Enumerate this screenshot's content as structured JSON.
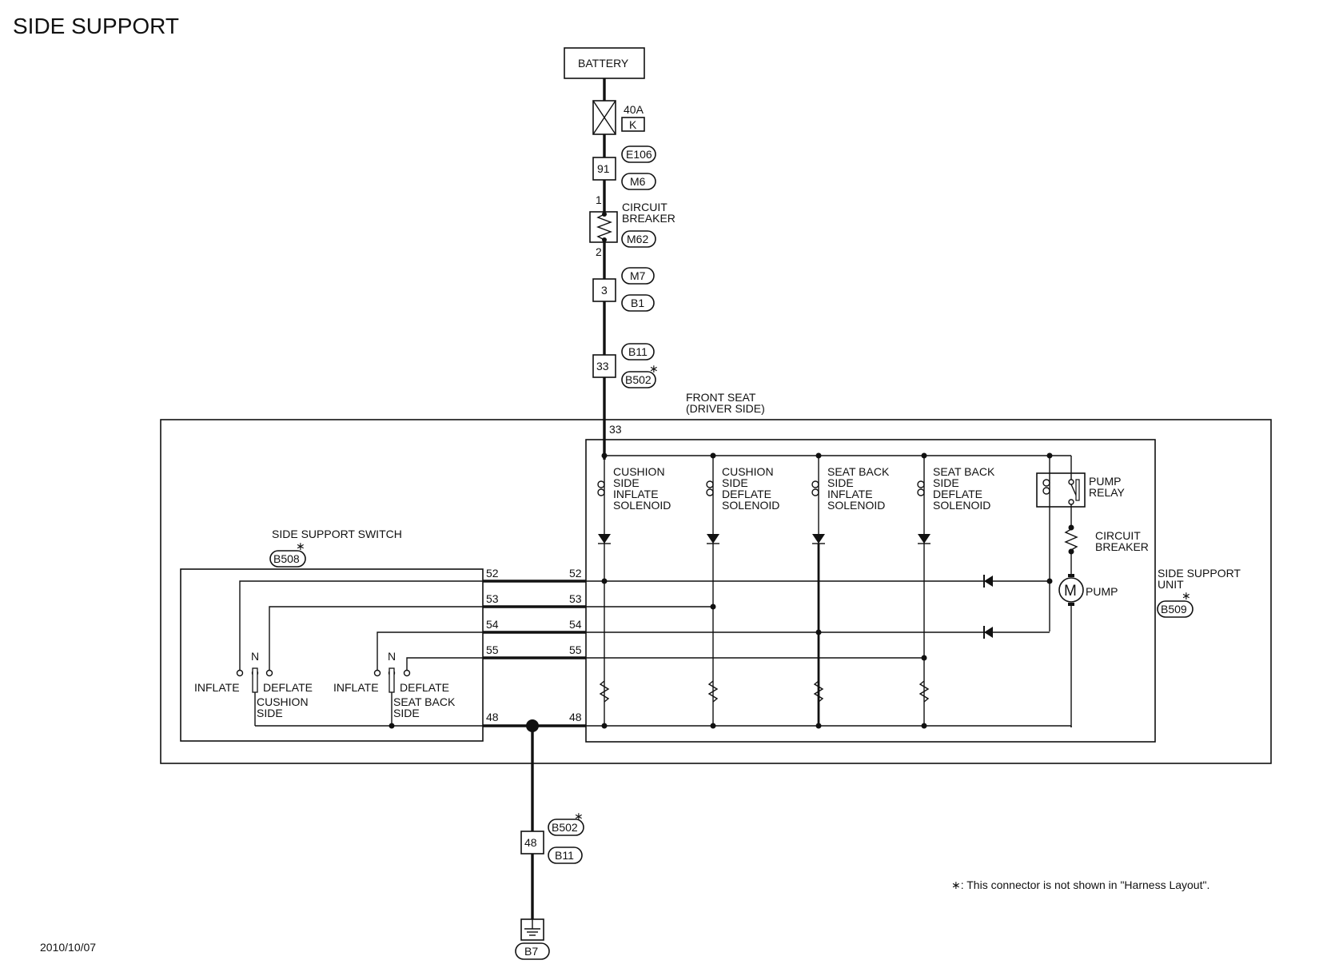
{
  "title": "SIDE SUPPORT",
  "date": "2010/10/07",
  "footnote": "∗: This connector is not shown in \"Harness Layout\".",
  "battery": "BATTERY",
  "fuse": {
    "rating": "40A",
    "code": "K"
  },
  "connectors": {
    "e106": "E106",
    "m6": "M6",
    "pin91": "91",
    "m62": "M62",
    "m7": "M7",
    "b1": "B1",
    "pin3": "3",
    "b11_top": "B11",
    "b502_top": "B502",
    "pin33": "33",
    "b502_bot": "B502",
    "b11_bot": "B11",
    "pin48": "48",
    "b7": "B7",
    "b508": "B508",
    "b509": "B509",
    "star": "∗"
  },
  "breaker_top": {
    "line1": "CIRCUIT",
    "line2": "BREAKER",
    "pin1": "1",
    "pin2": "2"
  },
  "front_seat": {
    "line1": "FRONT SEAT",
    "line2": "(DRIVER SIDE)"
  },
  "switch": {
    "title": "SIDE SUPPORT SWITCH",
    "inflate1": "INFLATE",
    "n1": "N",
    "deflate1": "DEFLATE",
    "cushion_side_1": "CUSHION",
    "cushion_side_2": "SIDE",
    "inflate2": "INFLATE",
    "n2": "N",
    "deflate2": "DEFLATE",
    "seatback_side_1": "SEAT BACK",
    "seatback_side_2": "SIDE"
  },
  "pins": {
    "p33": "33",
    "p52": "52",
    "p53": "53",
    "p54": "54",
    "p55": "55",
    "p48": "48"
  },
  "solenoids": [
    {
      "l1": "CUSHION",
      "l2": "SIDE",
      "l3": "INFLATE",
      "l4": "SOLENOID"
    },
    {
      "l1": "CUSHION",
      "l2": "SIDE",
      "l3": "DEFLATE",
      "l4": "SOLENOID"
    },
    {
      "l1": "SEAT BACK",
      "l2": "SIDE",
      "l3": "INFLATE",
      "l4": "SOLENOID"
    },
    {
      "l1": "SEAT BACK",
      "l2": "SIDE",
      "l3": "DEFLATE",
      "l4": "SOLENOID"
    }
  ],
  "pump_relay": {
    "l1": "PUMP",
    "l2": "RELAY"
  },
  "breaker_unit": {
    "l1": "CIRCUIT",
    "l2": "BREAKER"
  },
  "pump": {
    "symbol": "M",
    "label": "PUMP"
  },
  "unit": {
    "l1": "SIDE SUPPORT",
    "l2": "UNIT"
  }
}
